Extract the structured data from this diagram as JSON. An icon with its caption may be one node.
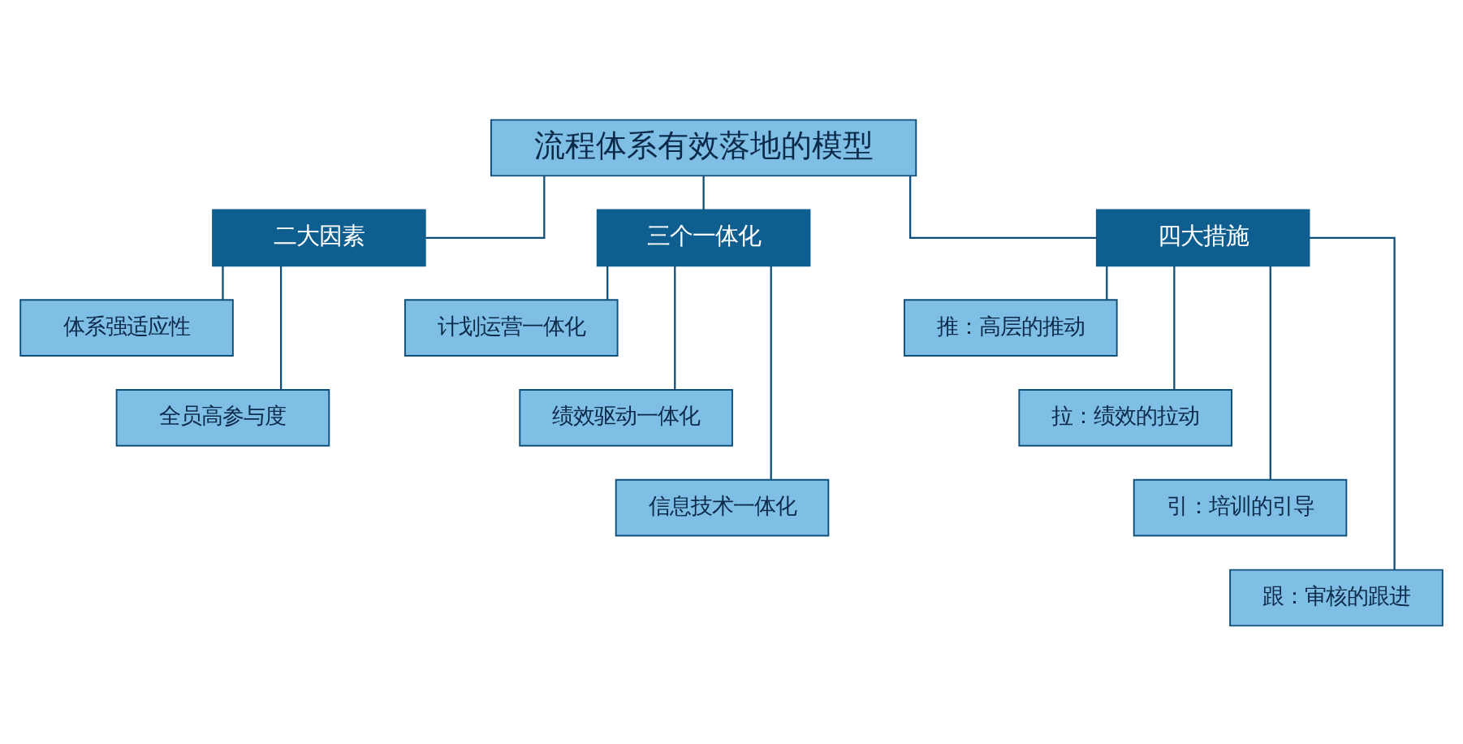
{
  "diagram": {
    "nodes": [
      {
        "text": [
          "流程体系有效落地的模型"
        ]
      },
      {
        "text": [
          "二大因素"
        ]
      },
      {
        "text": [
          "三个一体化"
        ]
      },
      {
        "text": [
          "四大措施"
        ]
      },
      {
        "text": [
          "体系强适应性"
        ]
      },
      {
        "text": [
          "全员高参与度"
        ]
      },
      {
        "text": [
          "计划运营一体化"
        ]
      },
      {
        "text": [
          "绩效驱动一体化"
        ]
      },
      {
        "text": [
          "信息技术一体化"
        ]
      },
      {
        "text": [
          "推：高层的推动"
        ]
      },
      {
        "text": [
          "拉：绩效的拉动"
        ]
      },
      {
        "text": [
          "引：培训的引导"
        ]
      },
      {
        "text": [
          "跟：审核的跟进"
        ]
      }
    ],
    "edges": [
      {
        "from": 0,
        "to": 1,
        "arrow": "none"
      },
      {
        "from": 0,
        "to": 2,
        "arrow": "none"
      },
      {
        "from": 0,
        "to": 3,
        "arrow": "none"
      },
      {
        "from": 1,
        "to": 4,
        "arrow": "none"
      },
      {
        "from": 1,
        "to": 5,
        "arrow": "none"
      },
      {
        "from": 2,
        "to": 6,
        "arrow": "none"
      },
      {
        "from": 2,
        "to": 7,
        "arrow": "none"
      },
      {
        "from": 2,
        "to": 8,
        "arrow": "none"
      },
      {
        "from": 3,
        "to": 9,
        "arrow": "none"
      },
      {
        "from": 3,
        "to": 10,
        "arrow": "none"
      },
      {
        "from": 3,
        "to": 11,
        "arrow": "none"
      },
      {
        "from": 3,
        "to": 12,
        "arrow": "none"
      }
    ]
  }
}
